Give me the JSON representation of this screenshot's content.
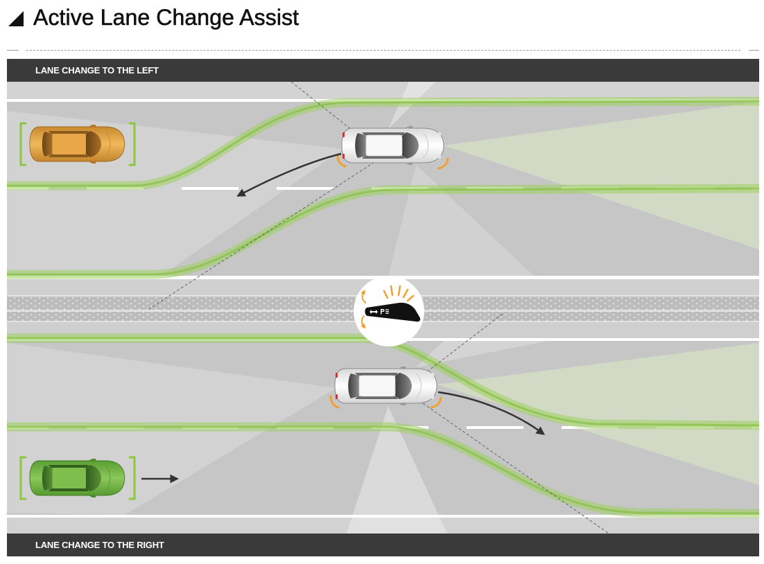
{
  "header": {
    "title": "Active Lane Change Assist"
  },
  "sections": {
    "top_label": "LANE CHANGE TO THE LEFT",
    "bottom_label": "LANE CHANGE TO THE RIGHT"
  },
  "icons": {
    "title_marker": "triangle-icon",
    "center_badge": "turn-signal-stalk-icon"
  },
  "colors": {
    "bar": "#3a3a3a",
    "accent": "#8dc63f",
    "signal": "#f0a030"
  }
}
